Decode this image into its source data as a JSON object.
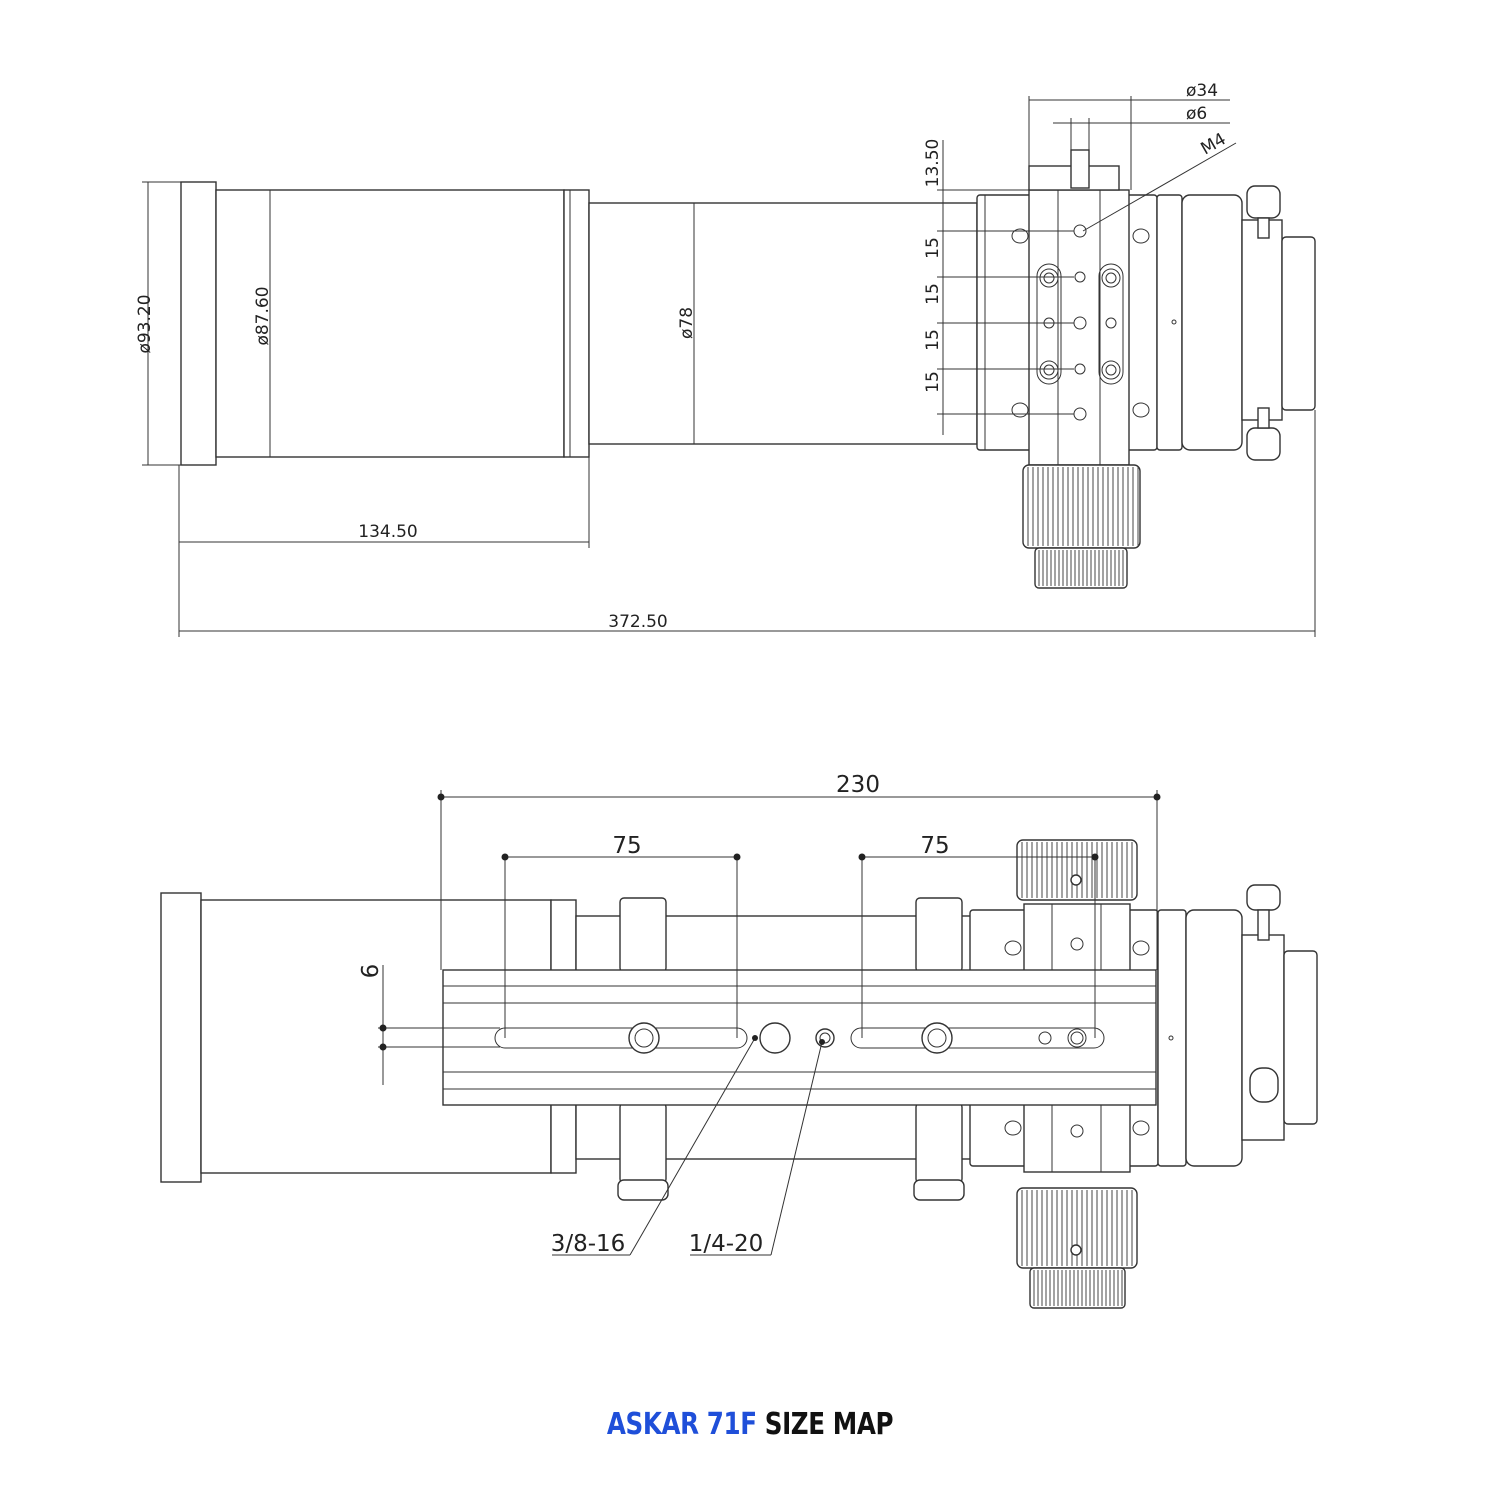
{
  "title": {
    "brand": "ASKAR 71F",
    "rest": "SIZE MAP"
  },
  "side_view": {
    "dia_dew_shield": "ø93.20",
    "dia_tube_front": "ø87.60",
    "dia_tube_rear": "ø78",
    "length_front": "134.50",
    "length_total": "372.50",
    "clamp_dia_34": "ø34",
    "clamp_dia_6": "ø6",
    "clamp_thread": "M4",
    "clamp_height": "13.50",
    "hole_spacings": [
      "15",
      "15",
      "15",
      "15"
    ]
  },
  "bottom_view": {
    "rail_length": "230",
    "slot_spacing_left": "75",
    "slot_spacing_right": "75",
    "slot_width": "6",
    "thread_large": "3/8-16",
    "thread_small": "1/4-20"
  },
  "colors": {
    "brand": "#1f4fd9",
    "lines": "#333333"
  }
}
